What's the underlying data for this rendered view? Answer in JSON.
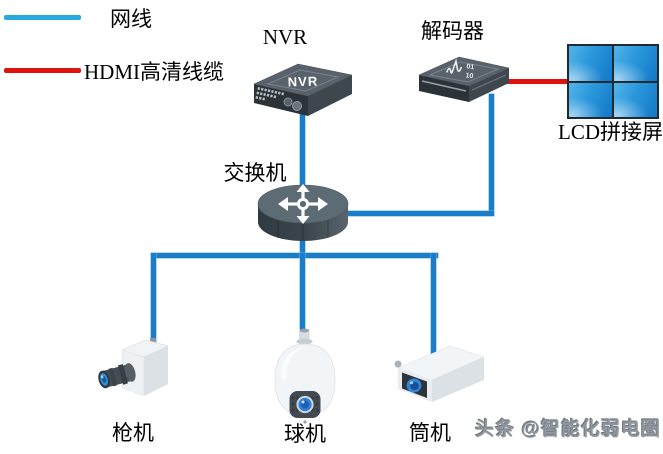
{
  "legend": {
    "network_cable": {
      "label": "网线",
      "color": "#2aa9e0"
    },
    "hdmi_cable": {
      "label": "HDMI高清线缆",
      "color": "#e11310"
    }
  },
  "nodes": {
    "nvr": {
      "title": "NVR",
      "badge": "NVR"
    },
    "decoder": {
      "title": "解码器",
      "icon_digits_top": "01",
      "icon_digits_bottom": "10"
    },
    "lcd_wall": {
      "title": "LCD拼接屏"
    },
    "switch": {
      "title": "交换机"
    },
    "gun_camera": {
      "title": "枪机"
    },
    "dome_camera": {
      "title": "球机"
    },
    "tube_camera": {
      "title": "筒机"
    }
  },
  "connections": [
    "nvr-switch",
    "decoder-switch",
    "decoder-lcd(hdmi)",
    "switch-gun_camera",
    "switch-dome_camera",
    "switch-tube_camera"
  ],
  "watermark": "头条 @智能化弱电圈",
  "colors": {
    "network_line": "#1b7cc8",
    "hdmi_line": "#e11310"
  }
}
